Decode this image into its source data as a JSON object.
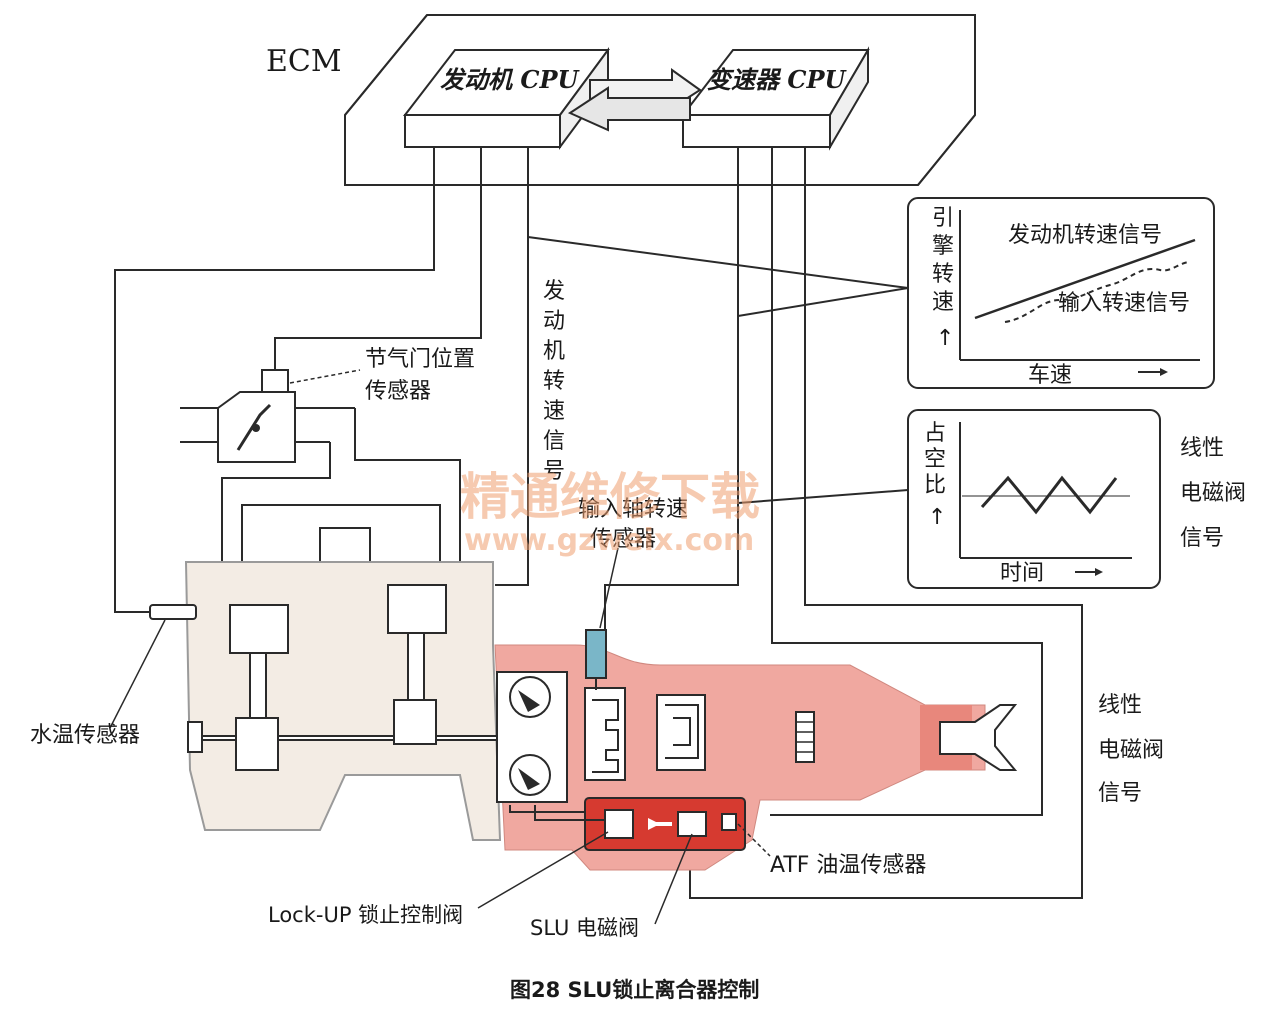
{
  "labels": {
    "ecm": "ECM",
    "engine_cpu": "发动机 CPU",
    "trans_cpu": "变速器 CPU",
    "throttle_sensor_1": "节气门位置",
    "throttle_sensor_2": "传感器",
    "engine_speed_signal": [
      "发",
      "动",
      "机",
      "转",
      "速",
      "信",
      "号"
    ],
    "input_shaft_sensor_1": "输入轴转速",
    "input_shaft_sensor_2": "传感器",
    "water_temp_sensor": "水温传感器",
    "lockup_valve": "Lock-UP 锁止控制阀",
    "slu_valve": "SLU 电磁阀",
    "atf_sensor": "ATF 油温传感器",
    "solenoid_signal_right": [
      "线性",
      "电磁阀",
      "信号"
    ],
    "solenoid_signal_lower": [
      "线性",
      "电磁阀",
      "信号"
    ],
    "caption": "图28  SLU锁止离合器控制"
  },
  "graph_speed": {
    "ylabel": [
      "引",
      "擎",
      "转",
      "速",
      "↑"
    ],
    "xlabel": "车速",
    "series_engine": "发动机转速信号",
    "series_input": "输入转速信号"
  },
  "graph_duty": {
    "ylabel": [
      "占",
      "空",
      "比",
      "↑"
    ],
    "xlabel": "时间"
  },
  "watermark": {
    "line1": "精通维修下载",
    "line2": "www.gzweix.com"
  },
  "colors": {
    "engine_block": "#f3ece4",
    "transmission": "#f0a8a0",
    "valve_body": "#d63a30"
  }
}
